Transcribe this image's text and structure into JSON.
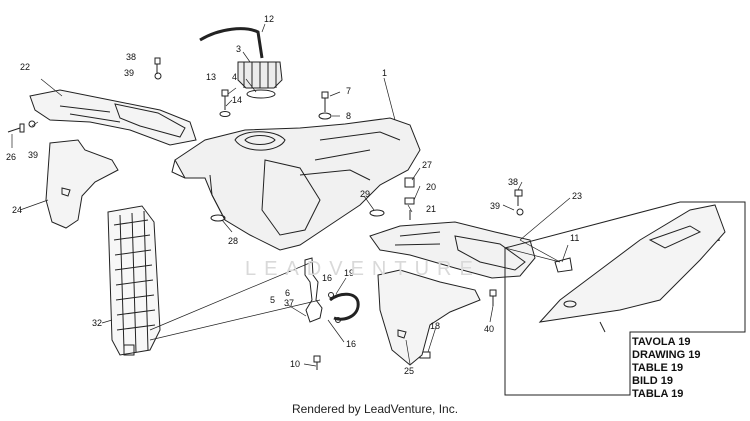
{
  "diagram": {
    "callouts": [
      {
        "id": "c1",
        "text": "1"
      },
      {
        "id": "c3",
        "text": "3"
      },
      {
        "id": "c4",
        "text": "4"
      },
      {
        "id": "c5",
        "text": "5"
      },
      {
        "id": "c6",
        "text": "6"
      },
      {
        "id": "c7",
        "text": "7"
      },
      {
        "id": "c8",
        "text": "8"
      },
      {
        "id": "c10",
        "text": "10"
      },
      {
        "id": "c11",
        "text": "11"
      },
      {
        "id": "c12",
        "text": "12"
      },
      {
        "id": "c13",
        "text": "13"
      },
      {
        "id": "c14",
        "text": "14"
      },
      {
        "id": "c16a",
        "text": "16"
      },
      {
        "id": "c16b",
        "text": "16"
      },
      {
        "id": "c18",
        "text": "18"
      },
      {
        "id": "c19",
        "text": "19"
      },
      {
        "id": "c20",
        "text": "20"
      },
      {
        "id": "c21",
        "text": "21"
      },
      {
        "id": "c22",
        "text": "22"
      },
      {
        "id": "c23",
        "text": "23"
      },
      {
        "id": "c24",
        "text": "24"
      },
      {
        "id": "c25",
        "text": "25"
      },
      {
        "id": "c26",
        "text": "26"
      },
      {
        "id": "c27",
        "text": "27"
      },
      {
        "id": "c28",
        "text": "28"
      },
      {
        "id": "c29",
        "text": "29"
      },
      {
        "id": "c32",
        "text": "32"
      },
      {
        "id": "c37",
        "text": "37"
      },
      {
        "id": "c38a",
        "text": "38"
      },
      {
        "id": "c38b",
        "text": "38"
      },
      {
        "id": "c39a",
        "text": "39"
      },
      {
        "id": "c39b",
        "text": "39"
      },
      {
        "id": "c39c",
        "text": "39"
      },
      {
        "id": "c40",
        "text": "40"
      }
    ],
    "table_labels": [
      "TAVOLA 19",
      "DRAWING 19",
      "TABLE 19",
      "BILD 19",
      "TABLA 19"
    ],
    "watermark": "LEADVENTURE",
    "footer": "Rendered by LeadVenture, Inc."
  }
}
